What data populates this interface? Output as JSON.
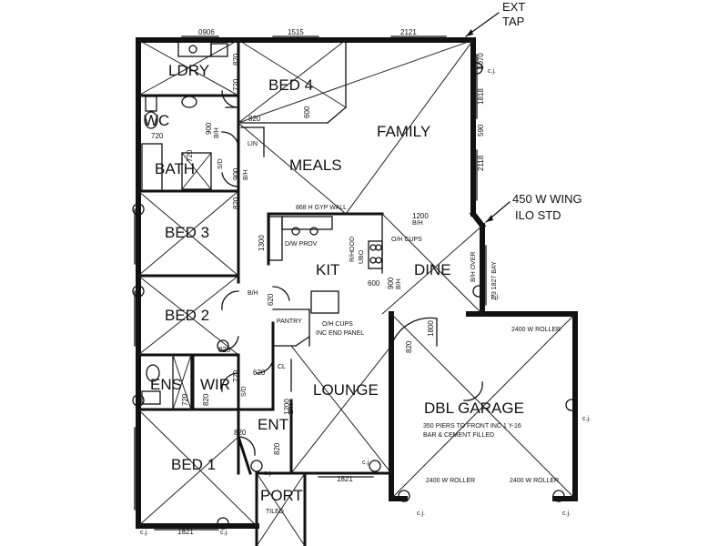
{
  "rooms": {
    "ldry": "LDRY",
    "bed4": "BED 4",
    "family": "FAMILY",
    "meals": "MEALS",
    "wc": "WC",
    "bath": "BATH",
    "bed3": "BED 3",
    "kit": "KIT",
    "dine": "DINE",
    "bed2": "BED 2",
    "pantry": "PANTRY",
    "lounge": "LOUNGE",
    "dbl_garage": "DBL GARAGE",
    "ens": "ENS",
    "wir": "WIR",
    "ent": "ENT",
    "bed1": "BED 1",
    "port": "PORT"
  },
  "callouts": {
    "ext_tap_1": "EXT",
    "ext_tap_2": "TAP",
    "wing_1": "450 W WING",
    "wing_2": "ILO STD"
  },
  "notes": {
    "gyp_wall": "868 H GYP WALL",
    "dw_prov": "D/W PROV",
    "rhood": "R/HOOD",
    "ubo": "UBO",
    "oh_cups_1": "O/H CUPS",
    "oh_cups_2": "O/H CUPS",
    "inc_end_panel": "INC END PANEL",
    "bh_over": "B/H OVER",
    "bay": "2/3 1827 BAY",
    "garage_note_1": "350 PIERS TO FRONT INC 1 Y-16",
    "garage_note_2": "BAR & CEMENT FILLED",
    "roller_top": "2400 W ROLLER",
    "roller_left": "2400 W ROLLER",
    "roller_right": "2400 W ROLLER",
    "lin": "LIN",
    "cl": "CL",
    "sd1": "S/D",
    "sd2": "S/D",
    "tiled": "TILED",
    "bh_kit": "B/H",
    "bh_lounge": "B/H",
    "bh_bed3": "B/H",
    "bh_meals": "B/H",
    "bh_wc": "B/H",
    "bh_dine": "B/H",
    "bh_bed2": "B/H"
  },
  "dims": {
    "d0906": "0906",
    "d1515": "1515",
    "d2121": "2121",
    "d1070": "1070",
    "d1818": "1818",
    "d590": "590",
    "d2118": "2118",
    "d820a": "820",
    "d720a": "720",
    "d820b": "820",
    "d600a": "600",
    "d900": "900",
    "d720b": "720",
    "d720c": "720",
    "d900b": "900",
    "d820c": "820",
    "d1200a": "1200",
    "d1300": "1300",
    "d620a": "620",
    "d600b": "600",
    "d900c": "900",
    "d820d": "820",
    "d1800": "1800",
    "d820e": "820",
    "d620b": "620",
    "d720d": "720",
    "d1200b": "1200",
    "d820f": "820",
    "d820g": "820",
    "d1821a": "1821",
    "d1821b": "1821",
    "d820h": "820",
    "d720e": "720"
  },
  "markers": {
    "cj": "c.j."
  }
}
